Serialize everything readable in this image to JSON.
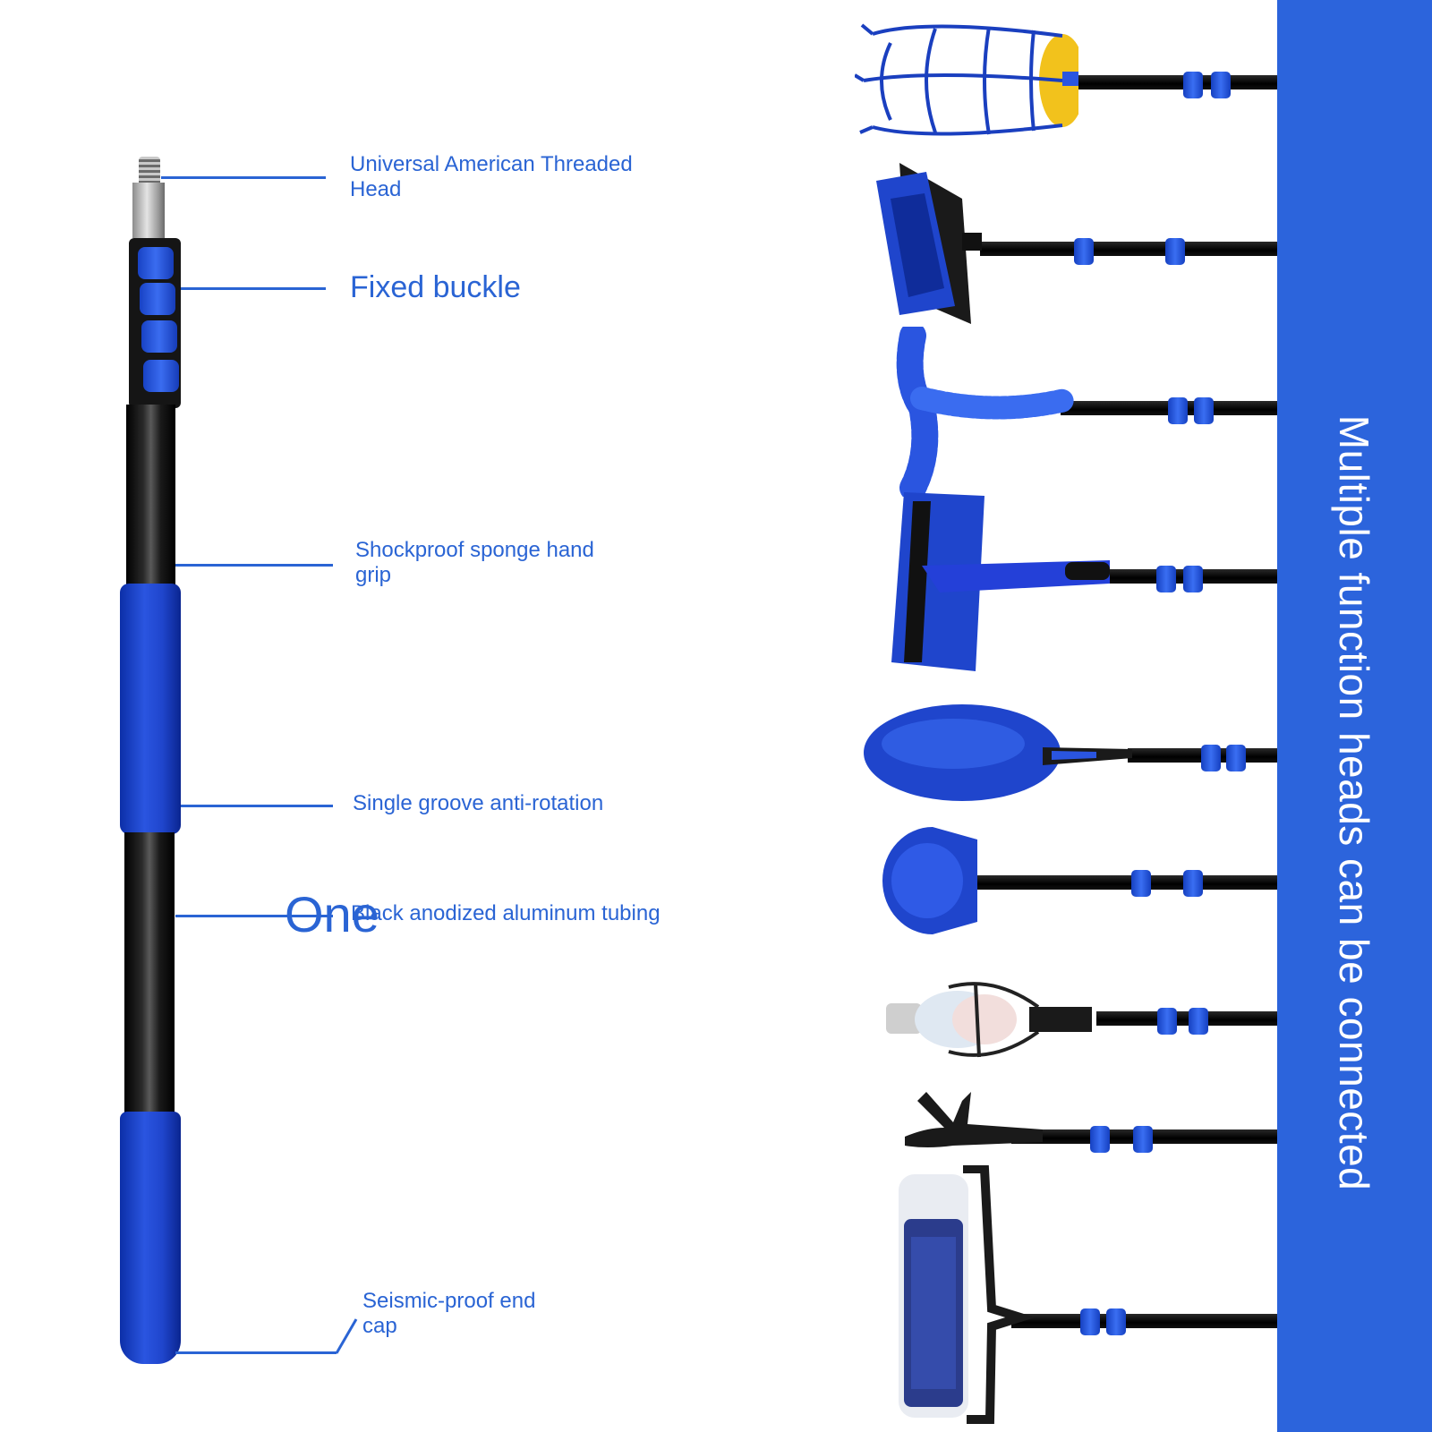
{
  "colors": {
    "accent": "#2c64dc",
    "label": "#2a64d4",
    "pole": "#000000",
    "foam": "#1f45cc"
  },
  "labels": {
    "threaded_head": "Universal American Threaded Head",
    "fixed_buckle": "Fixed buckle",
    "hand_grip": "Shockproof sponge hand grip",
    "anti_rotation": "Single groove anti-rotation",
    "tubing": "Black anodized aluminum tubing",
    "end_cap": "Seismic-proof end cap"
  },
  "stray_text": "One",
  "side_panel": {
    "text": "Multiple function heads can be connected"
  },
  "heads": [
    {
      "name": "fruit-picker-basket-icon"
    },
    {
      "name": "scrub-brush-icon"
    },
    {
      "name": "flexible-duster-icon"
    },
    {
      "name": "squeegee-icon"
    },
    {
      "name": "microfiber-duster-icon"
    },
    {
      "name": "cobweb-brush-icon"
    },
    {
      "name": "light-bulb-changer-icon"
    },
    {
      "name": "boat-hook-icon"
    },
    {
      "name": "paint-roller-icon"
    }
  ]
}
